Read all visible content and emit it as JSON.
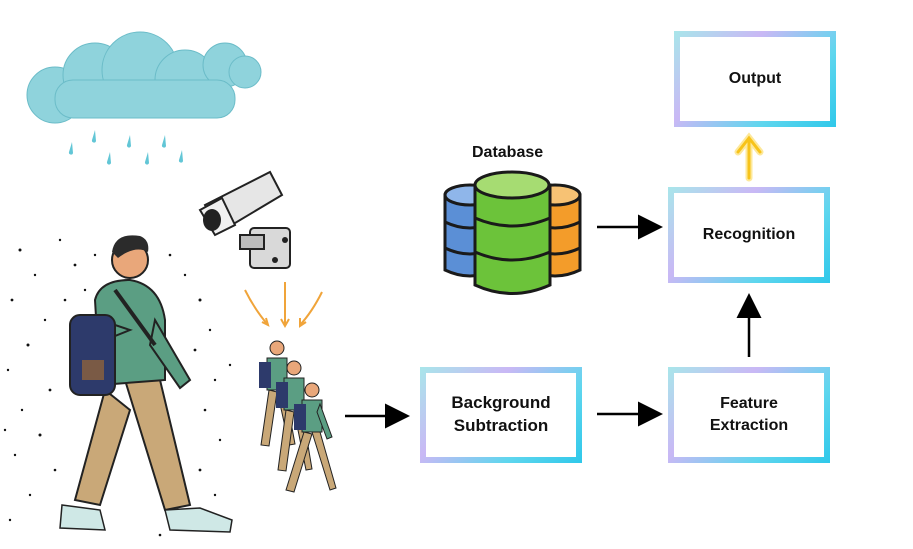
{
  "nodes": {
    "output": "Output",
    "recognition": "Recognition",
    "feature_extraction_line1": "Feature",
    "feature_extraction_line2": "Extraction",
    "background_subtraction_line1": "Background",
    "background_subtraction_line2": "Subtraction",
    "database": "Database"
  },
  "colors": {
    "box_border_gradient": [
      "#a8e6ea",
      "#c9b8f5",
      "#5fd6ee",
      "#2fc8ea"
    ],
    "database_green": "#6cc33a",
    "database_blue": "#5b8fd6",
    "database_orange": "#f39c2a",
    "cloud": "#8fd3dc",
    "rain": "#62c6d6",
    "highlight_arrow": "#f7c31a",
    "shirt": "#5b9e83",
    "pants": "#c9a878"
  },
  "icons": [
    "rain-cloud-icon",
    "cctv-camera-icon",
    "walking-person-icon",
    "gait-sequence-icon",
    "database-icon"
  ]
}
